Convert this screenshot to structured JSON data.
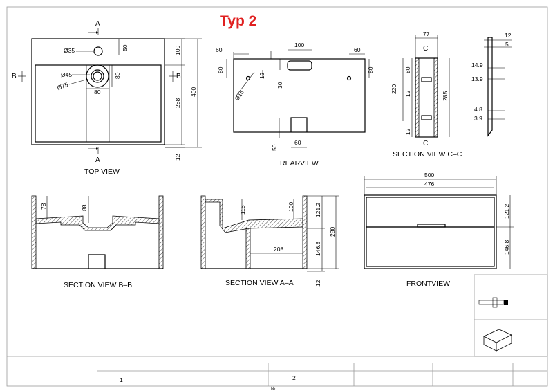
{
  "title": "Typ 2",
  "view_names": {
    "top": "TOP VIEW",
    "rear": "REARVIEW",
    "section_cc": "SECTION VIEW C–C",
    "section_bb": "SECTION VIEW B–B",
    "section_aa": "SECTION VIEW A–A",
    "front": "FRONTVIEW"
  },
  "section_marks": {
    "a": "A",
    "b": "B",
    "c": "C"
  },
  "dims_top": {
    "d35": "Ø35",
    "d45": "Ø45",
    "d75": "Ø75",
    "v50": "50",
    "v80": "80",
    "h80": "80",
    "r100": "100",
    "r288": "288",
    "r400": "400",
    "r12": "12"
  },
  "dims_rear": {
    "t60a": "60",
    "t100": "100",
    "t60b": "60",
    "l80": "80",
    "l12": "12",
    "l30": "30",
    "r80": "80",
    "d16": "Ø16",
    "b50": "50",
    "b60": "60"
  },
  "dims_cc": {
    "w77": "77",
    "h220": "220",
    "h80": "80",
    "h12a": "12",
    "h12b": "12",
    "h285": "285",
    "p12": "12",
    "p5": "5",
    "p149": "14.9",
    "p139": "13.9",
    "p48": "4.8",
    "p39": "3.9"
  },
  "dims_bb": {
    "d78": "78",
    "d88": "88"
  },
  "dims_aa": {
    "d115": "115",
    "d100": "100",
    "d1212": "121.2",
    "d280": "280",
    "d1468": "146.8",
    "d208": "208",
    "d12": "12"
  },
  "dims_front": {
    "w500": "500",
    "w476": "476",
    "d1212": "121.2",
    "d1468": "146.8"
  },
  "title_block": {
    "n1": "1",
    "n2": "2",
    "mark": "№"
  },
  "colors": {
    "title": "#e02020",
    "lines": "#000000",
    "frame": "#999999"
  }
}
